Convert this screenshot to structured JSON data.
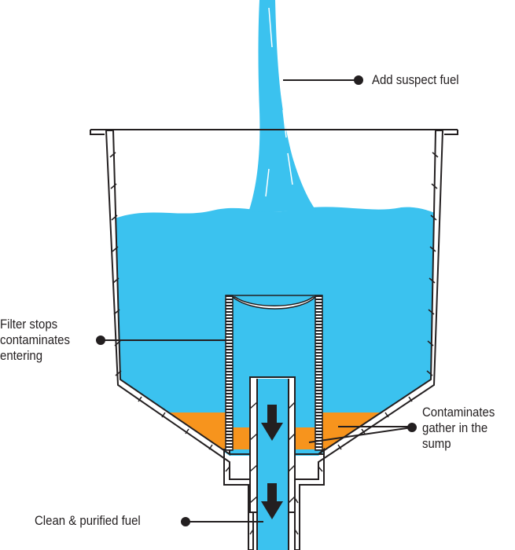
{
  "title": "Fuel filter funnel diagram",
  "colors": {
    "fuel": "#3bc2ef",
    "contaminants": "#f7941d",
    "outline": "#231f20"
  },
  "labels": {
    "add_fuel": "Add suspect fuel",
    "filter": [
      "Filter stops",
      "contaminates",
      "entering"
    ],
    "sump": [
      "Contaminates",
      "gather in the",
      "sump"
    ],
    "clean": "Clean & purified fuel"
  }
}
